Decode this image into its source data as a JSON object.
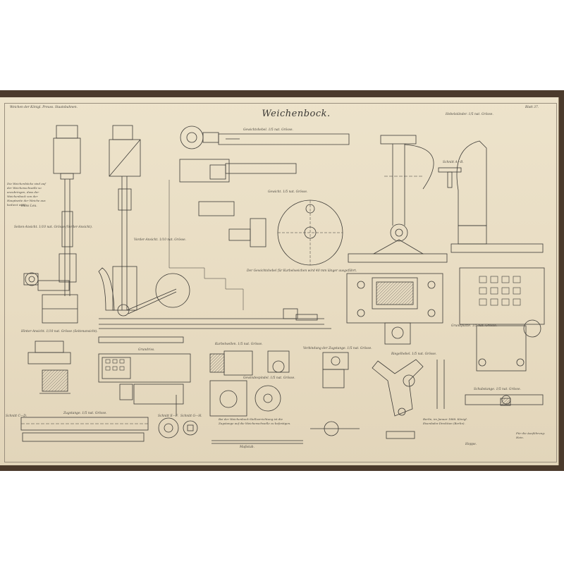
{
  "sheet": {
    "title": "Weichenbock.",
    "sheet_number": "Blatt 37.",
    "top_left_note": "Weichen der Königl. Preuss. Staatsbahnen.",
    "side_note": "Die Weichenböcke sind auf der Weichenschwelle so anzubringen, dass der Weichenbock von der Hauptseite der Weiche aus bedient wird.",
    "signature": "Hans Leu."
  },
  "views": {
    "side_elevation": "Seiten-Ansicht. 1/10 nat. Grösse (Vorder-Ansicht).",
    "front_view": "Vorder-Ansicht. 1/10 nat. Grösse.",
    "rear_view": "Hinter-Ansicht. 1/10 nat. Grösse (Seitenansicht).",
    "plan_view": "Grundriss.",
    "lever_detail": "Gewichtshebel. 1/5 nat. Grösse.",
    "weight_section": "Gewicht. 1/5 nat. Grösse.",
    "stand_detail": "Hebelständer. 1/5 nat. Grösse.",
    "section_ab": "Schnitt A—B.",
    "crank_detail": "Kurbelwellen. 1/5 nat. Grösse.",
    "spindle_detail": "Gewindespindel. 1/5 nat. Grösse.",
    "connection_detail": "Verbindung der Zugstange. 1/5 nat. Grösse.",
    "bracket_detail": "Riegelhebel. 1/5 nat. Grösse.",
    "bar_detail": "Zugstange. 1/5 nat. Grösse.",
    "section_cd": "Schnitt C—D.",
    "section_ef": "Schnitt E—F.",
    "section_gh": "Schnitt G—H.",
    "lock_bar": "Schubstange. 1/5 nat. Grösse.",
    "base_plate": "Grundplatte. 1/5 nat. Grösse.",
    "lever_caption": "Der Gewichtshebel für Kurbelweichen wird 40 mm länger ausgeführt.",
    "middle_note": "Bei der Weichenbock-Stellvorrichtung ist die Zugstange auf die Weichenschwelle zu befestigen.",
    "scale_note": "Maßstab.",
    "approval": "Berlin, im Januar 1888. Königl. Eisenbahn-Direktion (Berlin).",
    "approval_sign": "Hoppe.",
    "drawn_by": "Für die Ausführung: Hein."
  }
}
